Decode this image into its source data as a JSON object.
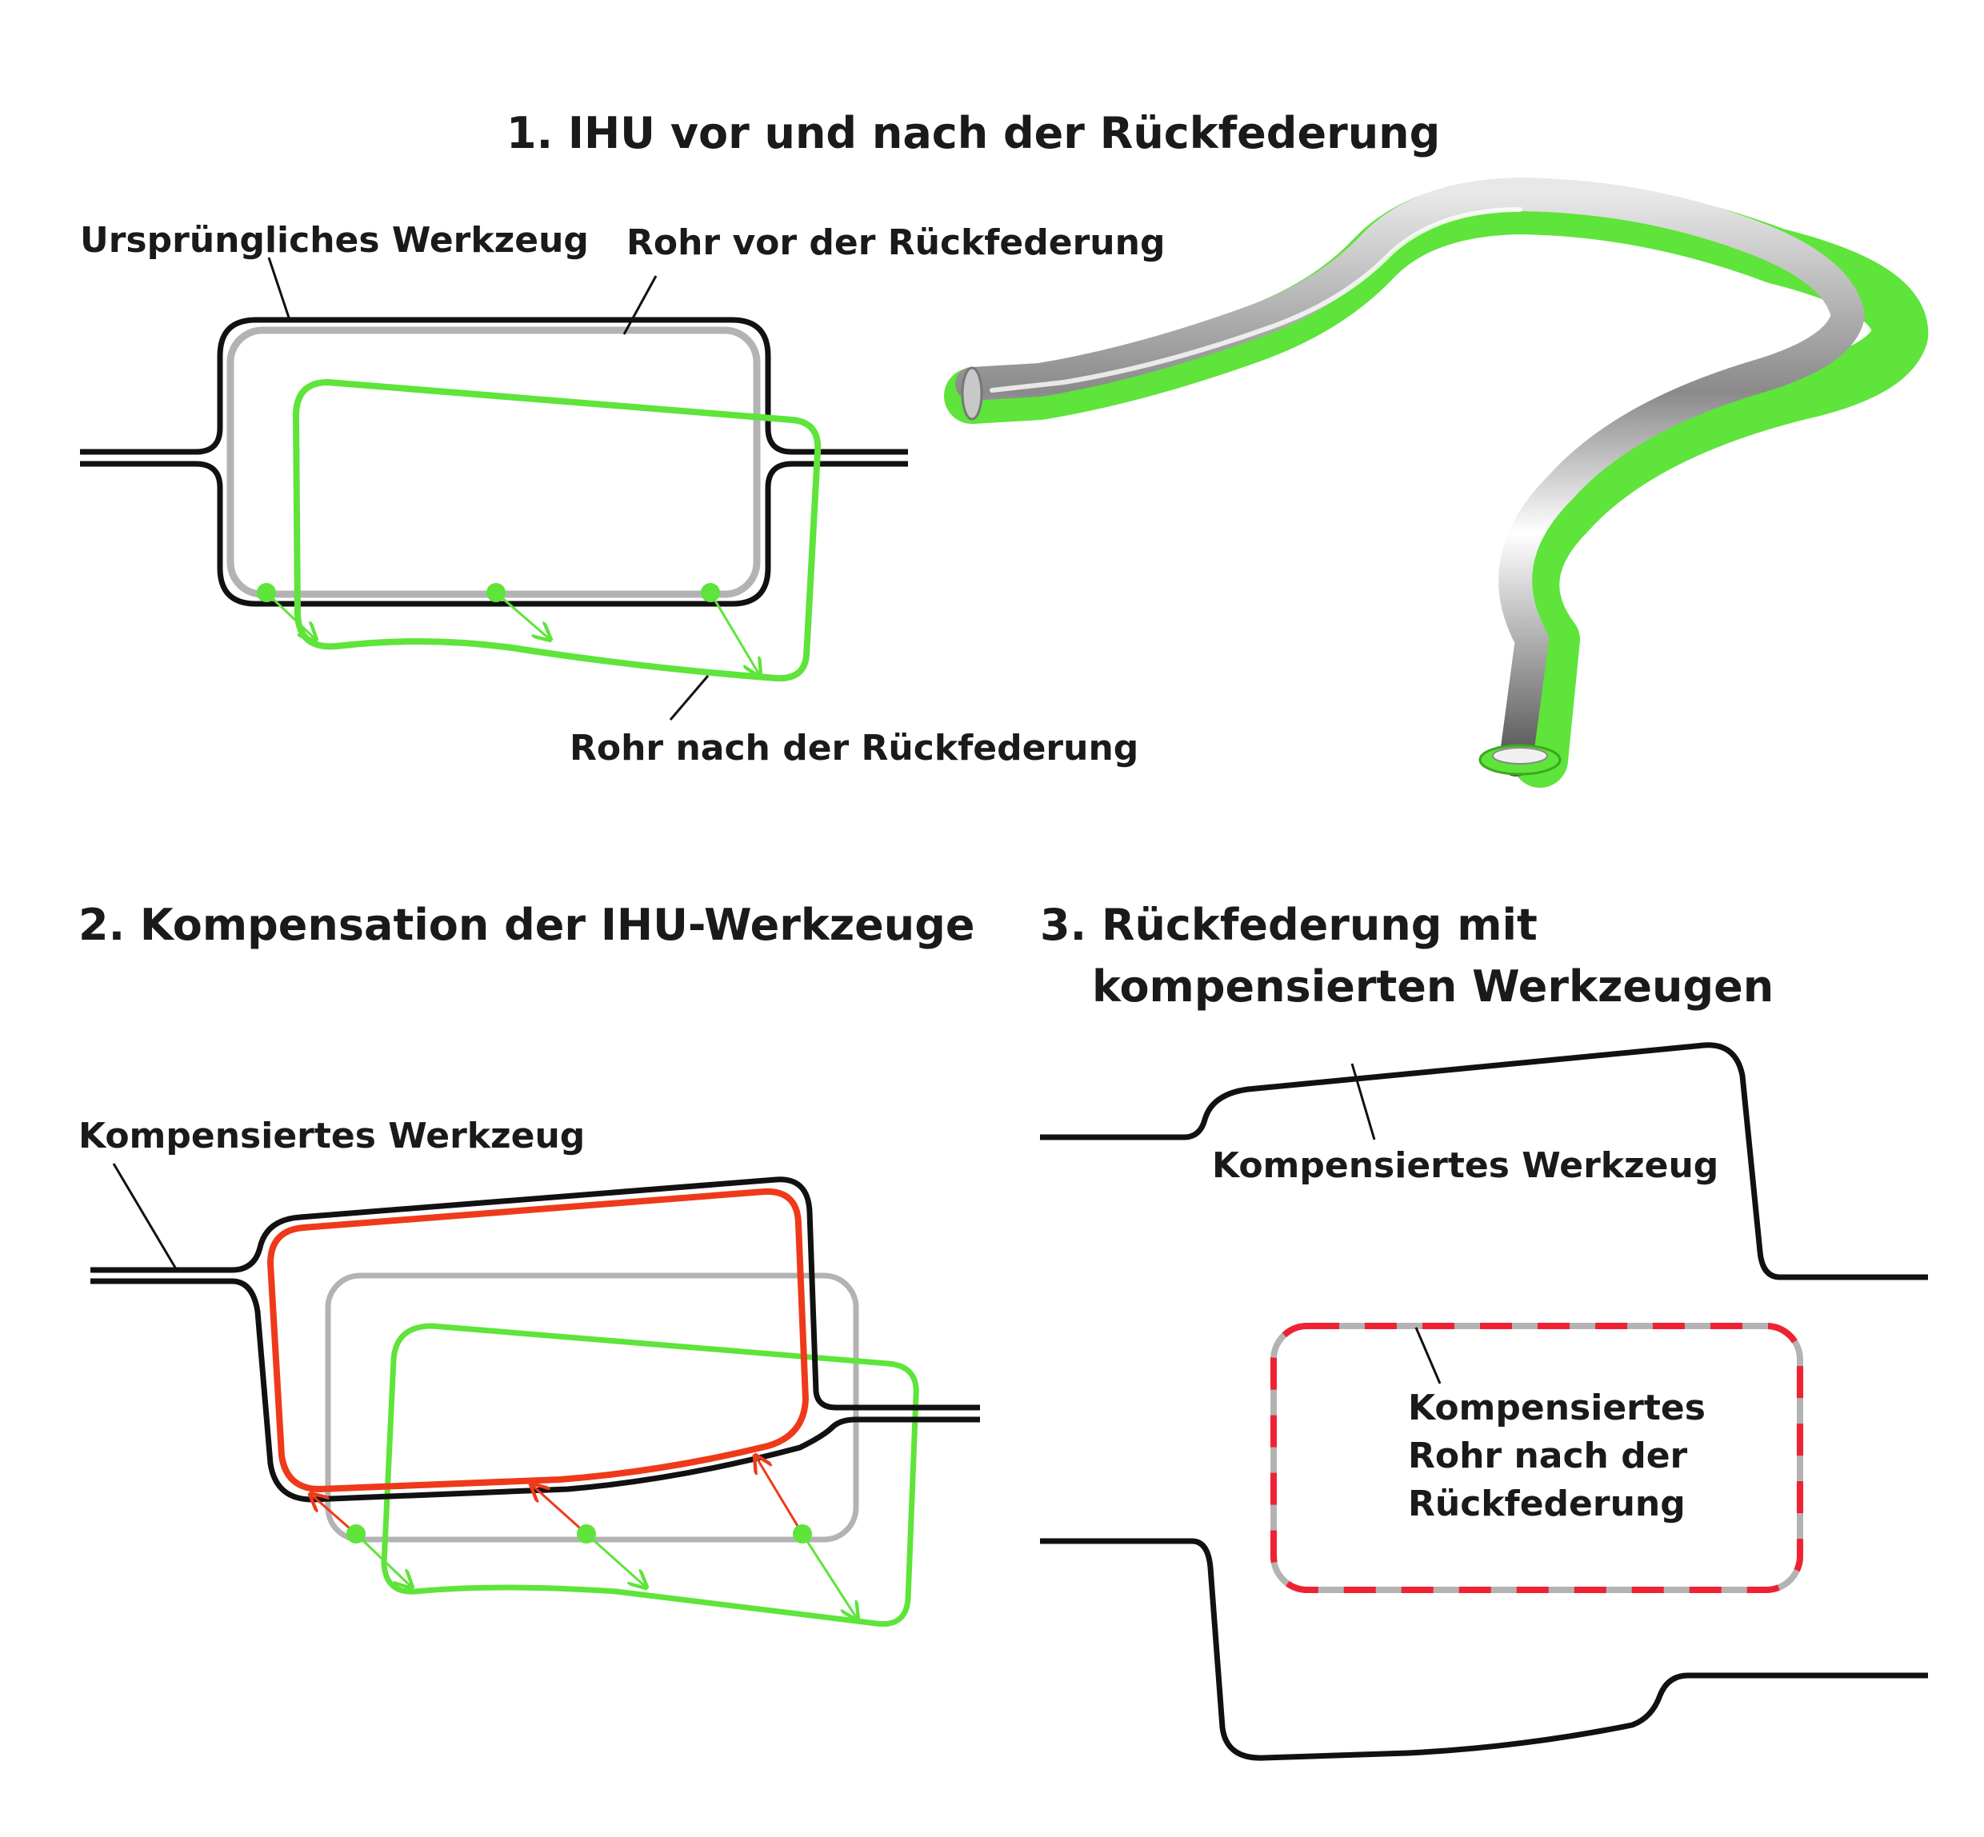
{
  "sections": {
    "s1": {
      "title": "1. IHU vor und nach der Rückfederung",
      "label_original_tool": "Ursprüngliches Werkzeug",
      "label_tube_before": "Rohr vor der Rückfederung",
      "label_tube_after": "Rohr nach der Rückfederung"
    },
    "s2": {
      "title": "2. Kompensation der IHU-Werkzeuge",
      "label_compensated_tool": "Kompensiertes Werkzeug"
    },
    "s3": {
      "title_line1": "3. Rückfederung mit",
      "title_line2": "kompensierten Werkzeugen",
      "label_compensated_tool": "Kompensiertes Werkzeug",
      "label_tube_line1": "Kompensiertes",
      "label_tube_line2": "Rohr nach der",
      "label_tube_line3": "Rückfederung"
    }
  },
  "colors": {
    "tool": "#111111",
    "tube_before": "#b3b3b3",
    "tube_after": "#5ee43a",
    "compensated": "#ee3a1a",
    "dash_red": "#ee2233"
  }
}
